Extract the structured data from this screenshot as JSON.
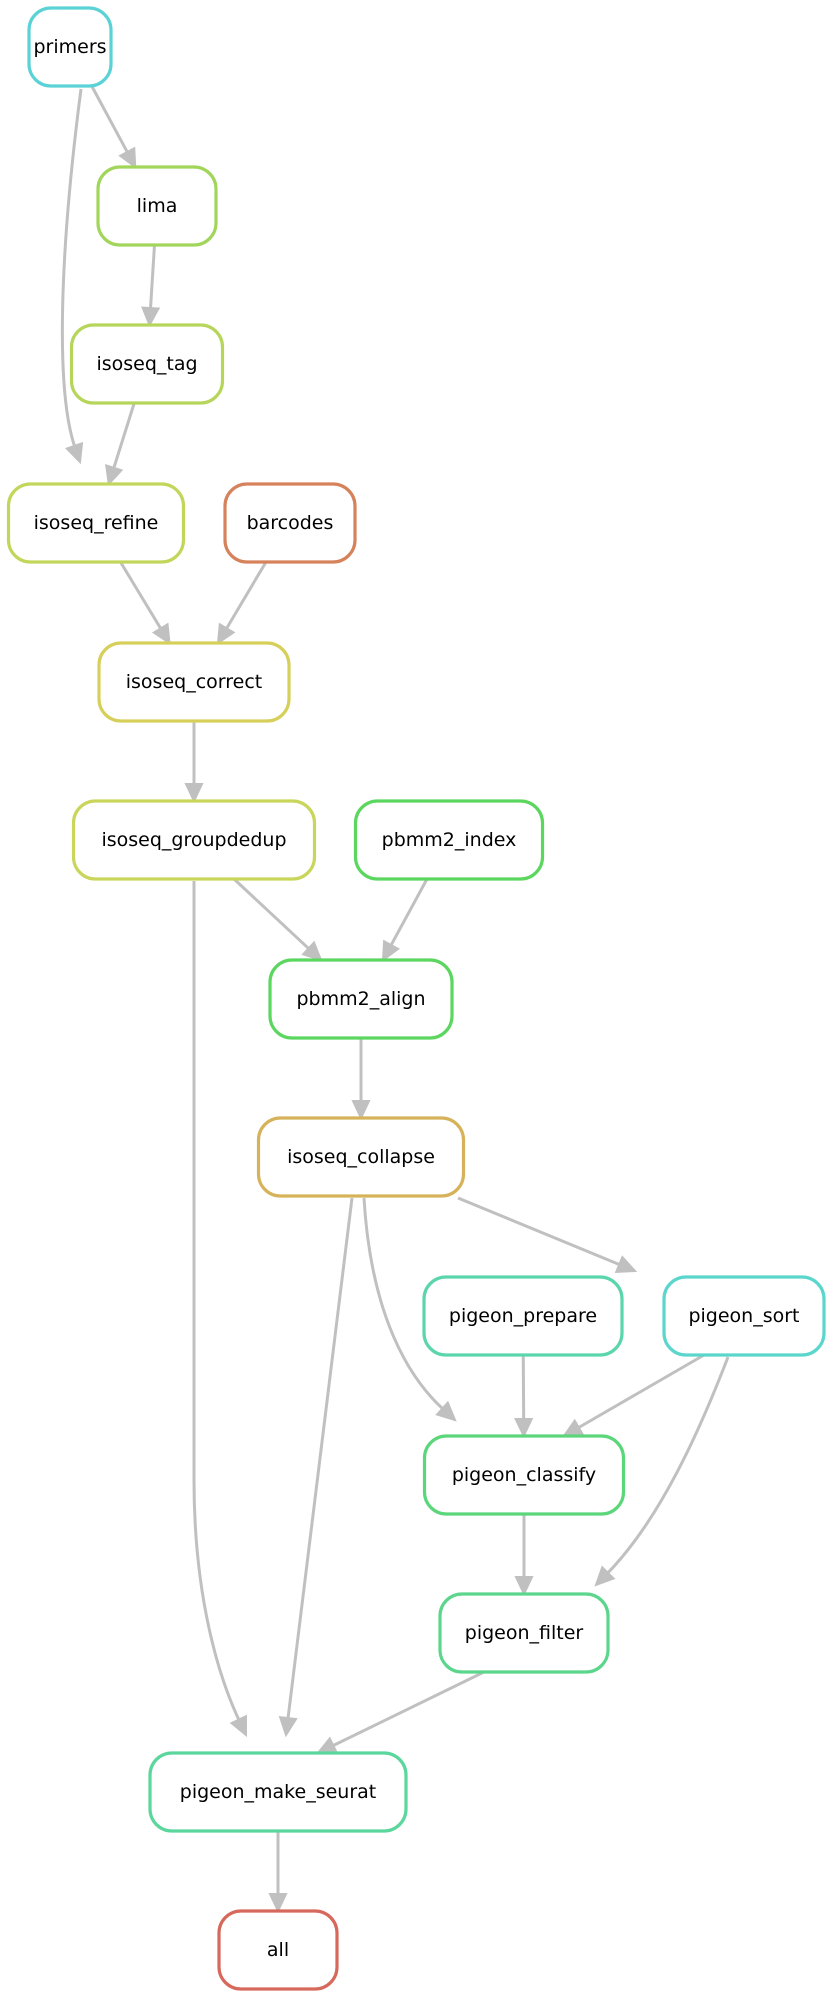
{
  "nodes": {
    "primers": {
      "label": "primers",
      "color": "#5bd3d6"
    },
    "lima": {
      "label": "lima",
      "color": "#a2d65b"
    },
    "isoseq_tag": {
      "label": "isoseq_tag",
      "color": "#b6d65b"
    },
    "isoseq_refine": {
      "label": "isoseq_refine",
      "color": "#c3d65b"
    },
    "barcodes": {
      "label": "barcodes",
      "color": "#d6825b"
    },
    "isoseq_correct": {
      "label": "isoseq_correct",
      "color": "#d6d05b"
    },
    "isoseq_groupdedup": {
      "label": "isoseq_groupdedup",
      "color": "#c9d65b"
    },
    "pbmm2_index": {
      "label": "pbmm2_index",
      "color": "#5bd65f"
    },
    "pbmm2_align": {
      "label": "pbmm2_align",
      "color": "#5bd65f"
    },
    "isoseq_collapse": {
      "label": "isoseq_collapse",
      "color": "#d6b35b"
    },
    "pigeon_prepare": {
      "label": "pigeon_prepare",
      "color": "#5bd6ac"
    },
    "pigeon_sort": {
      "label": "pigeon_sort",
      "color": "#5bd6cc"
    },
    "pigeon_classify": {
      "label": "pigeon_classify",
      "color": "#5bd67a"
    },
    "pigeon_filter": {
      "label": "pigeon_filter",
      "color": "#5bd68c"
    },
    "pigeon_make_seurat": {
      "label": "pigeon_make_seurat",
      "color": "#5bd69c"
    },
    "all": {
      "label": "all",
      "color": "#d6695b"
    }
  },
  "edges": [
    [
      "primers",
      "lima"
    ],
    [
      "primers",
      "isoseq_refine"
    ],
    [
      "lima",
      "isoseq_tag"
    ],
    [
      "isoseq_tag",
      "isoseq_refine"
    ],
    [
      "isoseq_refine",
      "isoseq_correct"
    ],
    [
      "barcodes",
      "isoseq_correct"
    ],
    [
      "isoseq_correct",
      "isoseq_groupdedup"
    ],
    [
      "isoseq_groupdedup",
      "pbmm2_align"
    ],
    [
      "isoseq_groupdedup",
      "pigeon_make_seurat"
    ],
    [
      "pbmm2_index",
      "pbmm2_align"
    ],
    [
      "pbmm2_align",
      "isoseq_collapse"
    ],
    [
      "isoseq_collapse",
      "pigeon_sort"
    ],
    [
      "isoseq_collapse",
      "pigeon_classify"
    ],
    [
      "isoseq_collapse",
      "pigeon_make_seurat"
    ],
    [
      "pigeon_prepare",
      "pigeon_classify"
    ],
    [
      "pigeon_sort",
      "pigeon_classify"
    ],
    [
      "pigeon_sort",
      "pigeon_filter"
    ],
    [
      "pigeon_classify",
      "pigeon_filter"
    ],
    [
      "pigeon_filter",
      "pigeon_make_seurat"
    ],
    [
      "pigeon_make_seurat",
      "all"
    ]
  ]
}
